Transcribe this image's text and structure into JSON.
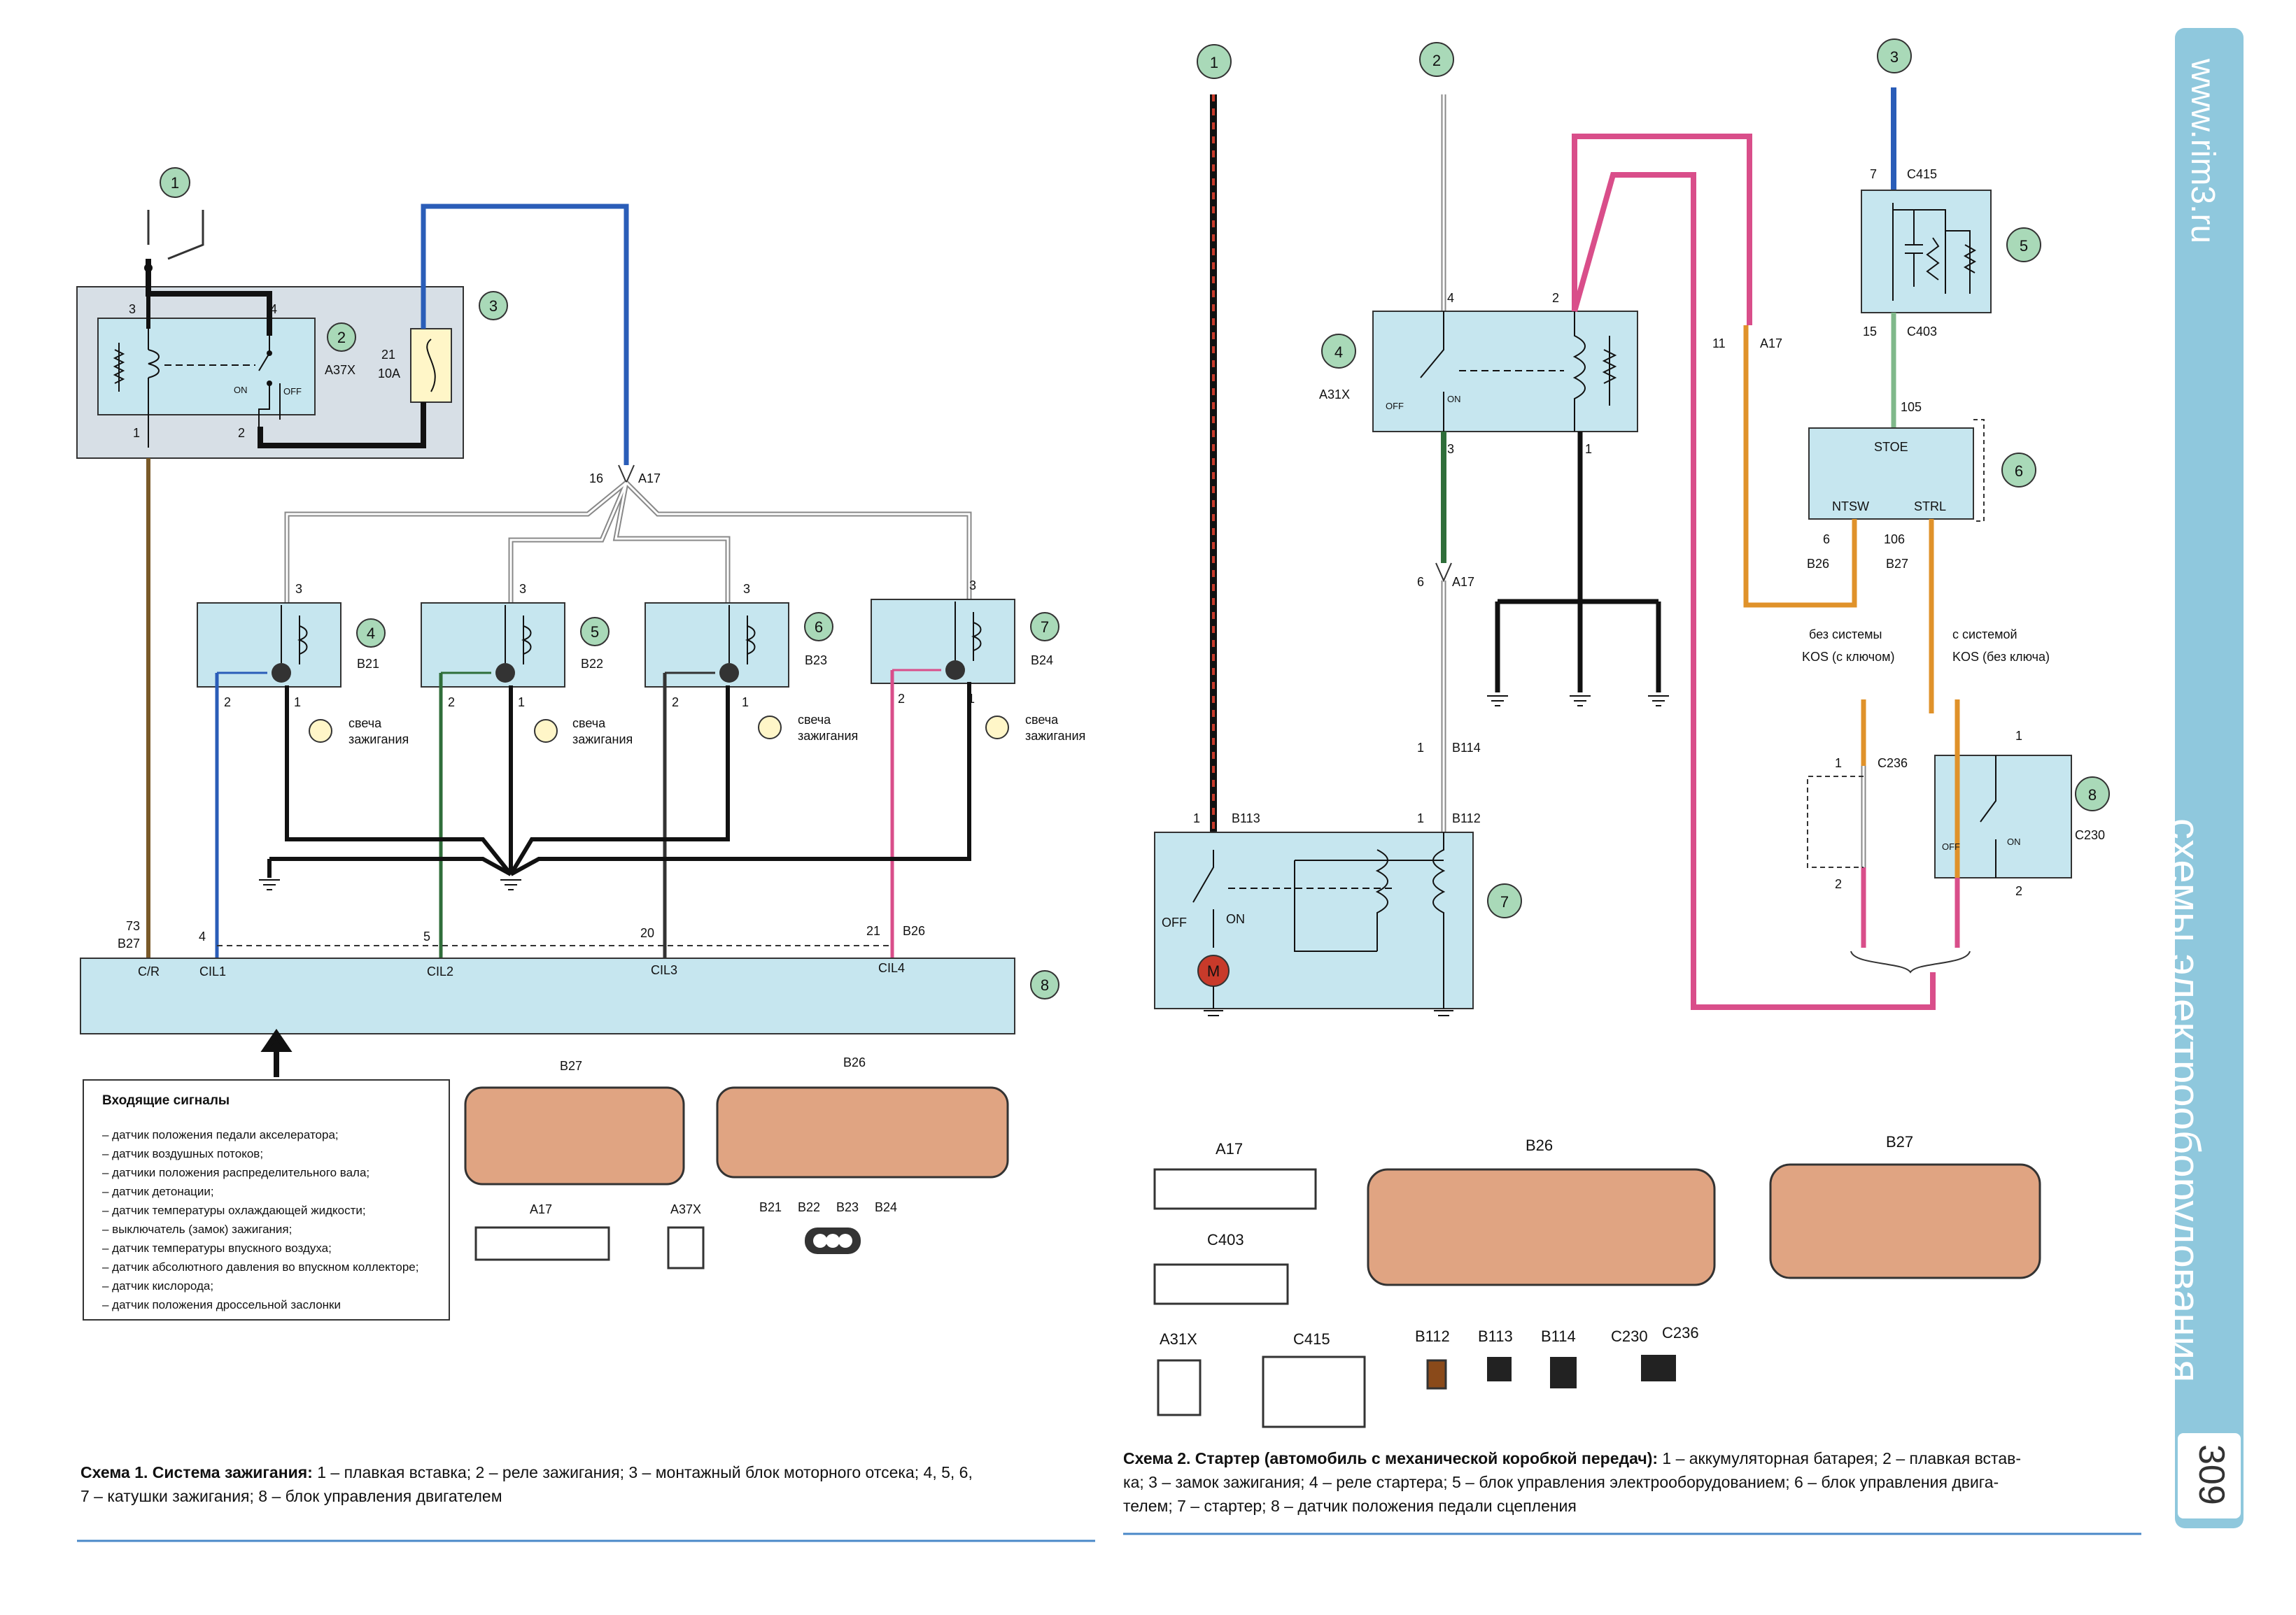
{
  "side": {
    "title": "схемы электрооборудования",
    "url": "www.rim3.ru",
    "page": "309"
  },
  "d1": {
    "m1": "1",
    "m2": "2",
    "m3": "3",
    "m4": "4",
    "m5": "5",
    "m6": "6",
    "m7": "7",
    "m8": "8",
    "relay_pin3": "3",
    "relay_pin4": "4",
    "relay_pin1": "1",
    "relay_pin2": "2",
    "relay_name": "A37X",
    "on": "ON",
    "off": "OFF",
    "fuse_num": "21",
    "fuse_amp": "10A",
    "junction_pin": "16",
    "junction": "A17",
    "coils": [
      {
        "pin_top": "3",
        "pin_left": "2",
        "pin_bottom": "1",
        "conn": "B21",
        "spark": "свеча",
        "spark2": "зажигания"
      },
      {
        "pin_top": "3",
        "pin_left": "2",
        "pin_bottom": "1",
        "conn": "B22",
        "spark": "свеча",
        "spark2": "зажигания"
      },
      {
        "pin_top": "3",
        "pin_left": "2",
        "pin_bottom": "1",
        "conn": "B23",
        "spark": "свеча",
        "spark2": "зажигания"
      },
      {
        "pin_top": "3",
        "pin_left": "2",
        "pin_bottom": "1",
        "conn": "B24",
        "spark": "свеча",
        "spark2": "зажигания"
      }
    ],
    "ecu_pin_cr": "73",
    "ecu_conn_cr": "B27",
    "ecu_pin1": "4",
    "ecu_pin2": "5",
    "ecu_pin3": "20",
    "ecu_pin4": "21",
    "ecu_conn4": "B26",
    "ecu_labels": [
      "C/R",
      "CIL1",
      "CIL2",
      "CIL3",
      "CIL4"
    ],
    "signals_title": "Входящие сигналы",
    "signals": [
      "– датчик положения педали акселератора;",
      "– датчик воздушных потоков;",
      "– датчики положения распределительного вала;",
      "– датчик детонации;",
      "– датчик температуры охлаждающей жидкости;",
      "– выключатель (замок) зажигания;",
      "– датчик температуры впускного воздуха;",
      "– датчик абсолютного давления во впускном коллекторе;",
      "– датчик кислорода;",
      "– датчик положения дроссельной заслонки"
    ],
    "conn_b27": "B27",
    "conn_b26": "B26",
    "conn_a17": "A17",
    "conn_a37x": "A37X",
    "conn_coils": [
      "B21",
      "B22",
      "B23",
      "B24"
    ],
    "caption_bold": "Схема 1. Система зажигания:",
    "caption_line1": " 1 – плавкая вставка; 2 – реле зажигания; 3 – монтажный блок моторного отсека; 4, 5, 6,",
    "caption_line2": "7 – катушки зажигания; 8 – блок управления двигателем"
  },
  "d2": {
    "m1": "1",
    "m2": "2",
    "m3": "3",
    "m4": "4",
    "m5": "5",
    "m6": "6",
    "m7": "7",
    "m8": "8",
    "sw_pin4": "4",
    "sw_pin2": "2",
    "sw_pin3": "3",
    "sw_pin1": "1",
    "sw_name": "A31X",
    "off": "OFF",
    "on": "ON",
    "a17_pin11": "11",
    "a17": "A17",
    "a17_pin6": "6",
    "c415_pin": "7",
    "c415": "C415",
    "c403_pin": "15",
    "c403": "C403",
    "pin105": "105",
    "stoe": "STOE",
    "ntsw": "NTSW",
    "strl": "STRL",
    "pin6": "6",
    "b26": "B26",
    "pin106": "106",
    "b27": "B27",
    "note_left1": "без системы",
    "note_left2": "KOS (с ключом)",
    "note_right1": "с системой",
    "note_right2": "KOS (без ключа)",
    "c236_pin1": "1",
    "c236": "C236",
    "c236_pin2": "2",
    "c230_pin1": "1",
    "c230": "C230",
    "c230_pin2": "2",
    "b114_pin": "1",
    "b114": "B114",
    "b113_pin": "1",
    "b113": "B113",
    "b112_pin": "1",
    "b112": "B112",
    "motor": "M",
    "conn_labels": {
      "a17": "A17",
      "b26": "B26",
      "b27": "B27",
      "c403": "C403",
      "a31x": "A31X",
      "c415": "C415",
      "b112": "B112",
      "b113": "B113",
      "b114": "B114",
      "c230": "C230",
      "c236": "C236"
    },
    "caption_bold": "Схема 2. Стартер (автомобиль с механической коробкой передач):",
    "caption_line1": " 1 – аккумуляторная батарея; 2 – плавкая встав-",
    "caption_line2": "ка; 3 – замок зажигания; 4 – реле стартера; 5 – блок управления электрооборудованием; 6 – блок управления двига-",
    "caption_line3": "телем; 7 – стартер; 8 – датчик положения педали сцепления"
  },
  "colors": {
    "box": "#c6e6ef",
    "green_marker": "#a9d9b8",
    "wire_blue": "#2a5db8",
    "wire_pink": "#d94e8a",
    "wire_orange": "#e0922a",
    "wire_green": "#2f6e3a",
    "wire_red": "#c83a2a",
    "connector": "#e0a482",
    "side": "#8fc8dd"
  }
}
